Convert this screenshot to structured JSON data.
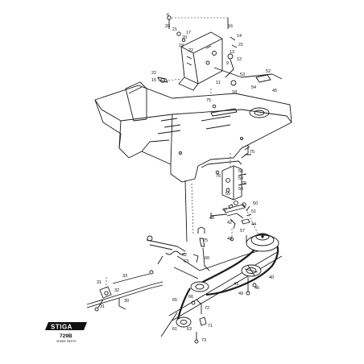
{
  "brand": {
    "logo_text": "STIGA",
    "model": "729B",
    "subtitle": "SPARE PARTS"
  },
  "callouts": [
    {
      "id": "c6",
      "text": "6"
    },
    {
      "id": "c20a",
      "text": "20"
    },
    {
      "id": "c21a",
      "text": "21"
    },
    {
      "id": "c17",
      "text": "17"
    },
    {
      "id": "c20b",
      "text": "20"
    },
    {
      "id": "c19",
      "text": "19"
    },
    {
      "id": "c16",
      "text": "16"
    },
    {
      "id": "c14",
      "text": "14"
    },
    {
      "id": "c21b",
      "text": "21"
    },
    {
      "id": "c22a",
      "text": "22"
    },
    {
      "id": "c13",
      "text": "13"
    },
    {
      "id": "c12",
      "text": "12"
    },
    {
      "id": "c9",
      "text": "9"
    },
    {
      "id": "c52",
      "text": "52"
    },
    {
      "id": "c22b",
      "text": "22"
    },
    {
      "id": "c15",
      "text": "15"
    },
    {
      "id": "c53",
      "text": "53"
    },
    {
      "id": "c54",
      "text": "54"
    },
    {
      "id": "c45",
      "text": "45"
    },
    {
      "id": "c11",
      "text": "11"
    },
    {
      "id": "c18",
      "text": "18"
    },
    {
      "id": "c75a",
      "text": "75"
    },
    {
      "id": "c75b",
      "text": "75"
    },
    {
      "id": "c56",
      "text": "56"
    },
    {
      "id": "c76",
      "text": "76"
    },
    {
      "id": "c58a",
      "text": "58"
    },
    {
      "id": "c76b",
      "text": "76"
    },
    {
      "id": "c58b",
      "text": "58"
    },
    {
      "id": "c55",
      "text": "55"
    },
    {
      "id": "c50",
      "text": "50"
    },
    {
      "id": "c47",
      "text": "47"
    },
    {
      "id": "c48",
      "text": "48"
    },
    {
      "id": "c51",
      "text": "51"
    },
    {
      "id": "c42",
      "text": "42"
    },
    {
      "id": "c44",
      "text": "44"
    },
    {
      "id": "c57",
      "text": "57"
    },
    {
      "id": "c49a",
      "text": "49"
    },
    {
      "id": "c75c",
      "text": "75"
    },
    {
      "id": "c60",
      "text": "60"
    },
    {
      "id": "c62",
      "text": "62"
    },
    {
      "id": "c63a",
      "text": "63"
    },
    {
      "id": "c33",
      "text": "33"
    },
    {
      "id": "c31a",
      "text": "31"
    },
    {
      "id": "c32",
      "text": "32"
    },
    {
      "id": "c31b",
      "text": "31"
    },
    {
      "id": "c30",
      "text": "30"
    },
    {
      "id": "c65",
      "text": "65"
    },
    {
      "id": "c40",
      "text": "40"
    },
    {
      "id": "c43",
      "text": "43"
    },
    {
      "id": "c46",
      "text": "46"
    },
    {
      "id": "c49b",
      "text": "49"
    },
    {
      "id": "c66",
      "text": "66"
    },
    {
      "id": "c72",
      "text": "72"
    },
    {
      "id": "c61",
      "text": "61"
    },
    {
      "id": "c63b",
      "text": "63"
    },
    {
      "id": "c71",
      "text": "71"
    },
    {
      "id": "c73",
      "text": "73"
    }
  ]
}
